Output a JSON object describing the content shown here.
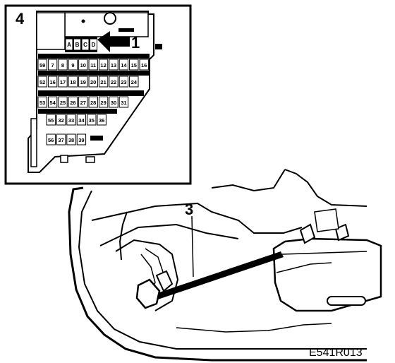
{
  "figure": {
    "code": "E541R013"
  },
  "callouts": {
    "inset_number": "4",
    "arrow_number": "1",
    "tool_number": "3"
  },
  "fuse_box": {
    "top_labels": [
      "A",
      "B",
      "C",
      "D"
    ],
    "rows": [
      [
        "59",
        "7",
        "8",
        "9",
        "10",
        "11",
        "12",
        "13",
        "14",
        "15",
        "16"
      ],
      [
        "52",
        "16",
        "17",
        "18",
        "19",
        "20",
        "21",
        "22",
        "23",
        "24"
      ],
      [
        "53",
        "54",
        "25",
        "26",
        "27",
        "28",
        "29",
        "30",
        "31"
      ],
      [
        "55",
        "32",
        "33",
        "34",
        "35",
        "36"
      ],
      [
        "56",
        "37",
        "38",
        "39"
      ]
    ]
  },
  "colors": {
    "ink": "#000000",
    "paper": "#ffffff"
  }
}
